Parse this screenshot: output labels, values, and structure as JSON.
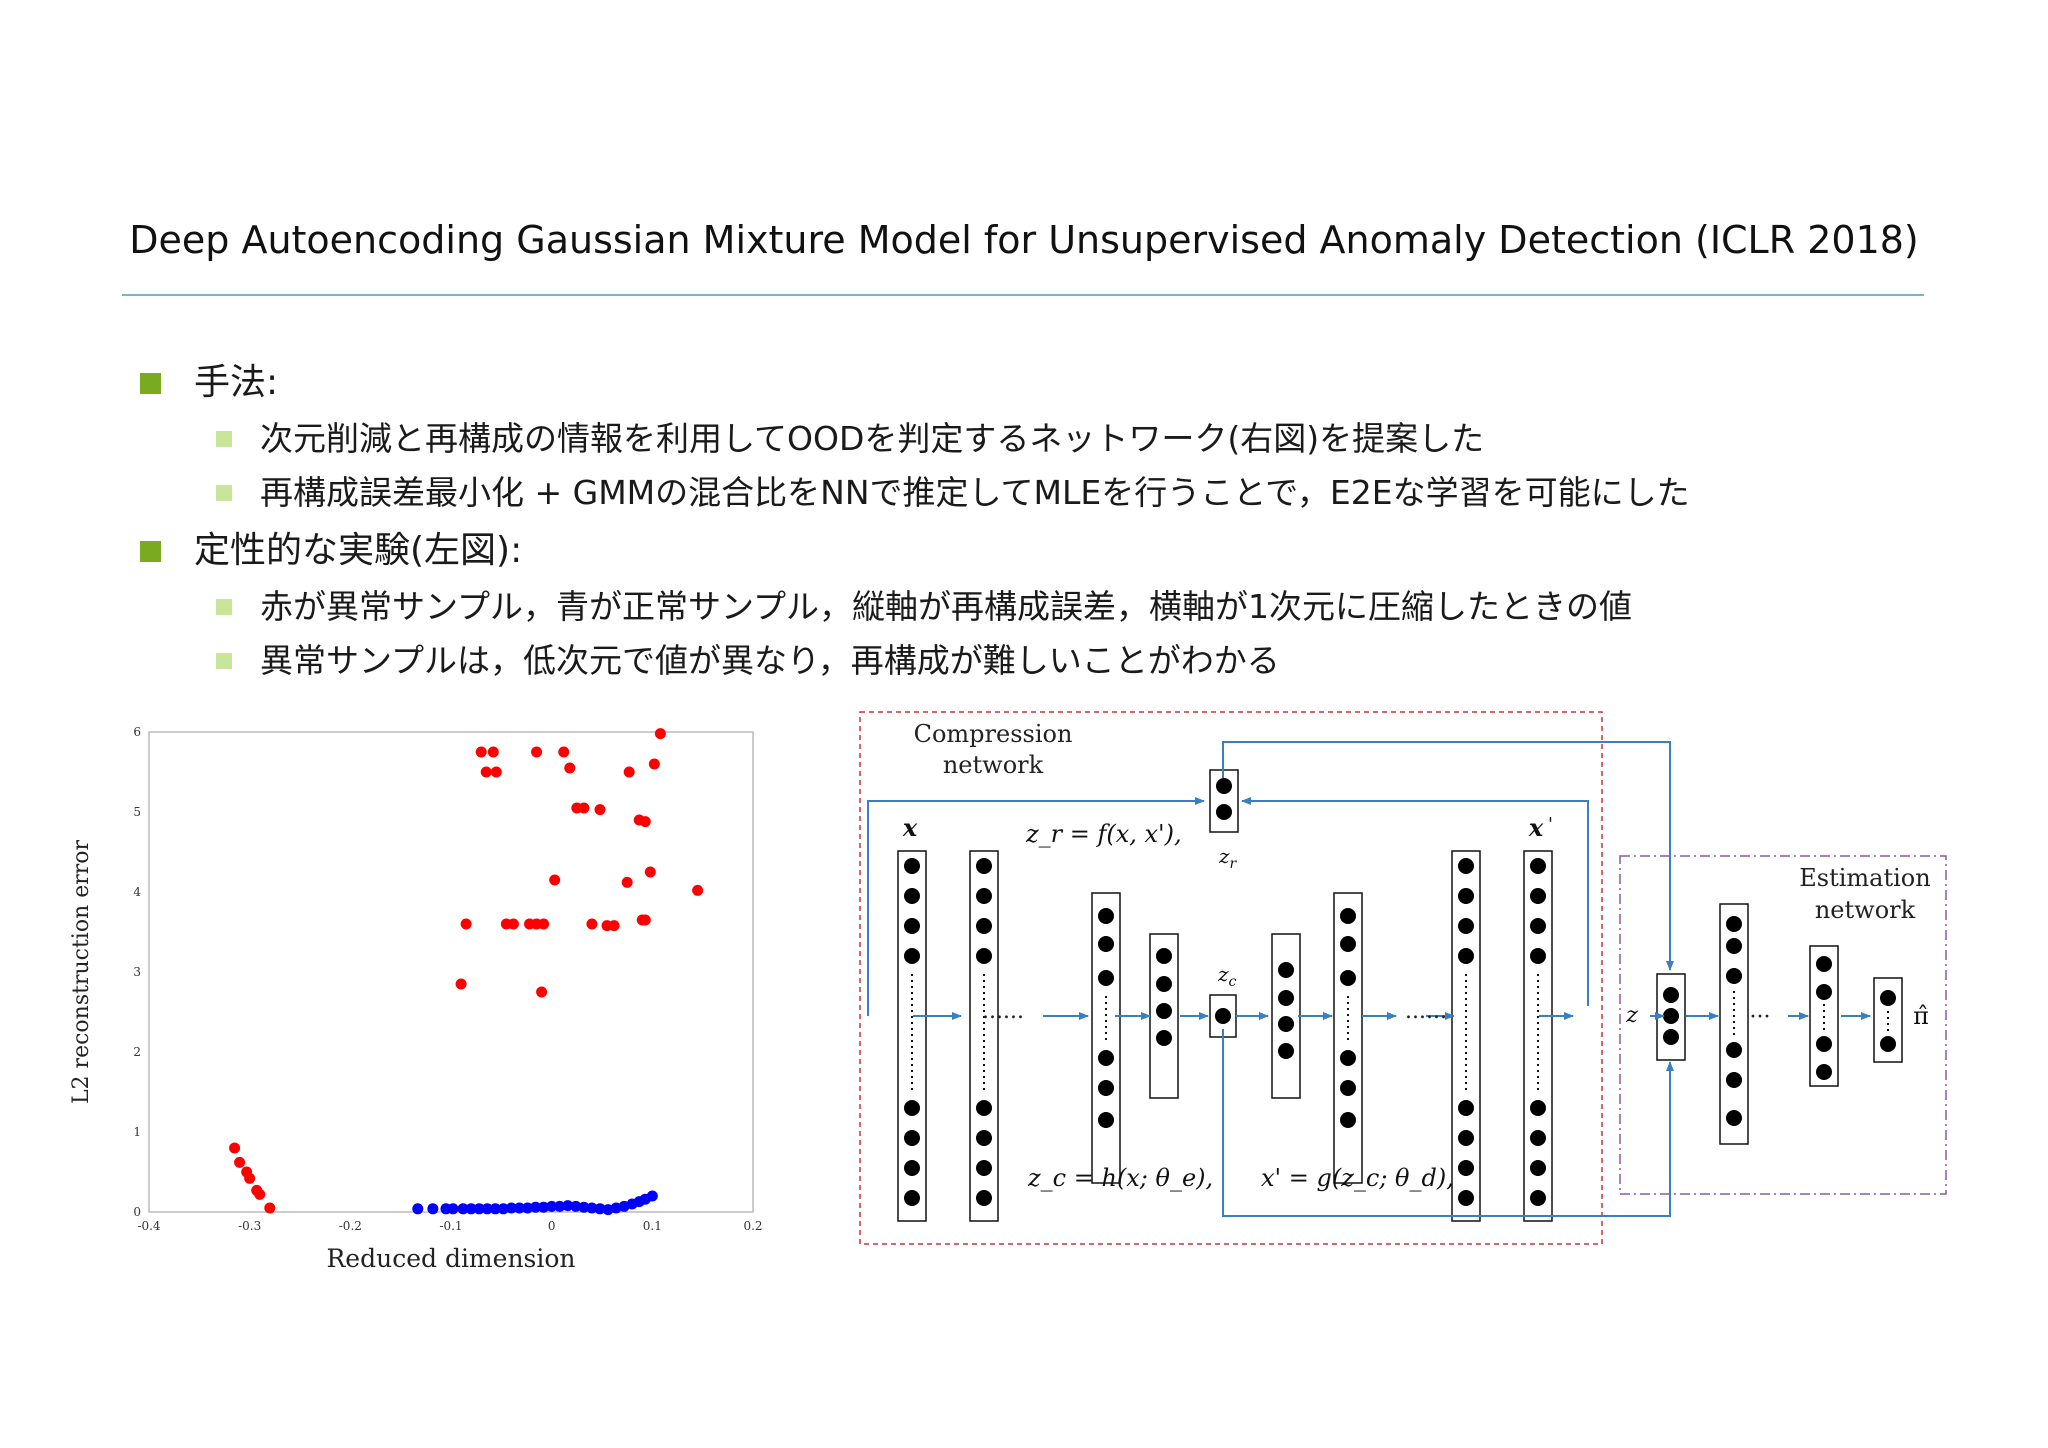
{
  "slide": {
    "title": "Deep Autoencoding Gaussian Mixture Model for Unsupervised Anomaly Detection (ICLR 2018)",
    "sections": [
      {
        "heading": "手法:",
        "items": [
          "次元削減と再構成の情報を利用してOODを判定するネットワーク(右図)を提案した",
          "再構成誤差最小化 + GMMの混合比をNNで推定してMLEを行うことで，E2Eな学習を可能にした"
        ]
      },
      {
        "heading": "定性的な実験(左図):",
        "items": [
          "赤が異常サンプル，青が正常サンプル，縦軸が再構成誤差，横軸が1次元に圧縮したときの値",
          "異常サンプルは，低次元で値が異なり，再構成が難しいことがわかる"
        ]
      }
    ],
    "colors": {
      "bullet_level1": "#7aaa1f",
      "bullet_level2": "#c9e59a",
      "title_rule": "#7fb0cf",
      "anomaly": "#ff0000",
      "normal": "#0000ff",
      "arrow": "#3a7fbf",
      "compression_border": "#cc3333",
      "estimation_border": "#8a5aa8"
    }
  },
  "chart_data": {
    "type": "scatter",
    "xlabel": "Reduced dimension",
    "ylabel": "L2 reconstruction error",
    "xlim": [
      -0.4,
      0.2
    ],
    "ylim": [
      0,
      6
    ],
    "xticks": [
      "-0.4",
      "-0.3",
      "-0.2",
      "-0.1",
      "0",
      "0.1",
      "0.2"
    ],
    "yticks": [
      "0",
      "1",
      "2",
      "3",
      "4",
      "5",
      "6"
    ],
    "grid": false,
    "series": [
      {
        "color": "#ff0000",
        "points": [
          [
            -0.315,
            0.8
          ],
          [
            -0.31,
            0.62
          ],
          [
            -0.303,
            0.5
          ],
          [
            -0.3,
            0.42
          ],
          [
            -0.293,
            0.27
          ],
          [
            -0.29,
            0.22
          ],
          [
            -0.28,
            0.05
          ],
          [
            -0.09,
            2.85
          ],
          [
            -0.085,
            3.6
          ],
          [
            -0.045,
            3.6
          ],
          [
            -0.038,
            3.6
          ],
          [
            -0.022,
            3.6
          ],
          [
            -0.015,
            3.6
          ],
          [
            -0.008,
            3.6
          ],
          [
            -0.01,
            2.75
          ],
          [
            0.003,
            4.15
          ],
          [
            0.04,
            3.6
          ],
          [
            0.055,
            3.58
          ],
          [
            0.062,
            3.58
          ],
          [
            0.075,
            4.12
          ],
          [
            0.09,
            3.65
          ],
          [
            0.093,
            3.65
          ],
          [
            0.098,
            4.25
          ],
          [
            0.145,
            4.02
          ],
          [
            -0.07,
            5.75
          ],
          [
            -0.058,
            5.75
          ],
          [
            -0.065,
            5.5
          ],
          [
            -0.055,
            5.5
          ],
          [
            -0.015,
            5.75
          ],
          [
            0.012,
            5.75
          ],
          [
            0.018,
            5.55
          ],
          [
            0.025,
            5.05
          ],
          [
            0.032,
            5.05
          ],
          [
            0.048,
            5.03
          ],
          [
            0.077,
            5.5
          ],
          [
            0.087,
            4.9
          ],
          [
            0.093,
            4.88
          ],
          [
            0.102,
            5.6
          ],
          [
            0.108,
            5.98
          ]
        ]
      },
      {
        "color": "#0000ff",
        "points": [
          [
            -0.133,
            0.04
          ],
          [
            -0.118,
            0.04
          ],
          [
            -0.105,
            0.04
          ],
          [
            -0.098,
            0.04
          ],
          [
            -0.088,
            0.04
          ],
          [
            -0.08,
            0.04
          ],
          [
            -0.072,
            0.04
          ],
          [
            -0.064,
            0.04
          ],
          [
            -0.056,
            0.04
          ],
          [
            -0.048,
            0.04
          ],
          [
            -0.04,
            0.05
          ],
          [
            -0.032,
            0.05
          ],
          [
            -0.024,
            0.05
          ],
          [
            -0.016,
            0.06
          ],
          [
            -0.008,
            0.06
          ],
          [
            0.0,
            0.07
          ],
          [
            0.008,
            0.07
          ],
          [
            0.016,
            0.08
          ],
          [
            0.024,
            0.07
          ],
          [
            0.032,
            0.06
          ],
          [
            0.04,
            0.05
          ],
          [
            0.048,
            0.04
          ],
          [
            0.056,
            0.03
          ],
          [
            0.064,
            0.05
          ],
          [
            0.072,
            0.07
          ],
          [
            0.08,
            0.1
          ],
          [
            0.087,
            0.13
          ],
          [
            0.093,
            0.16
          ],
          [
            0.1,
            0.2
          ]
        ]
      }
    ]
  },
  "diagram": {
    "compression_label_1": "Compression",
    "compression_label_2": "network",
    "estimation_label_1": "Estimation",
    "estimation_label_2": "network",
    "x_label": "x",
    "xprime_label": "x",
    "xprime_tick": "'",
    "zr_label": "z",
    "zr_sub": "r",
    "zc_label": "z",
    "zc_sub": "c",
    "z_label": "z",
    "pi_label": "π̂",
    "eq_zr": "z_r = f(x, x'),",
    "eq_zc": "z_c = h(x; θ_e),",
    "eq_xp": "x' = g(z_c; θ_d),",
    "dots": "......",
    "dots_short": "···"
  }
}
